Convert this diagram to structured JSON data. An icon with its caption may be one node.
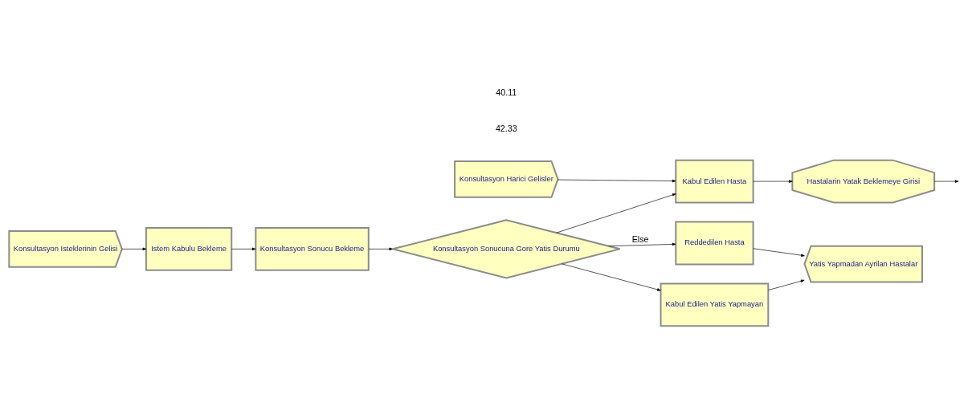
{
  "diagram": {
    "nodes": [
      {
        "text": [
          "Konsultasyon Isteklerinin Gelisi"
        ]
      },
      {
        "text": [
          "Istem Kabulu Bekleme"
        ]
      },
      {
        "text": [
          "Konsultasyon Sonucu Bekleme"
        ]
      },
      {
        "text": [
          "Konsultasyon Sonucuna Gore Yatis Durumu"
        ]
      },
      {
        "text": [
          "Konsultasyon Harici Gelisler"
        ]
      },
      {
        "text": [
          "Kabul Edilen Hasta"
        ]
      },
      {
        "text": [
          "Hastalarin Yatak Beklemeye Girisi"
        ]
      },
      {
        "text": [
          "Kabul Edilen Yatis Yapmayan"
        ]
      },
      {
        "text": [
          "Yatis Yapmadan Ayrilan Hastalar"
        ]
      },
      {
        "text": [
          "Reddedilen Hasta"
        ]
      }
    ],
    "edges": [
      {
        "from": 0,
        "to": 1,
        "arrow": "to"
      },
      {
        "from": 1,
        "to": 2,
        "arrow": "to"
      },
      {
        "from": 2,
        "to": 3,
        "arrow": "to"
      },
      {
        "from": 3,
        "to": 5,
        "arrow": "to"
      },
      {
        "from": 4,
        "to": 5,
        "arrow": "to"
      },
      {
        "from": 3,
        "to": 7,
        "arrow": "to"
      },
      {
        "from": 3,
        "to": 9,
        "arrow": "to",
        "label": "Else"
      },
      {
        "from": 5,
        "to": 6,
        "arrow": "to"
      },
      {
        "from": 6,
        "to": null,
        "arrow": "to"
      },
      {
        "from": 7,
        "to": 8,
        "arrow": "to"
      },
      {
        "from": 9,
        "to": 8,
        "arrow": "to"
      }
    ],
    "labels": [
      "42.33",
      "40.11"
    ]
  }
}
